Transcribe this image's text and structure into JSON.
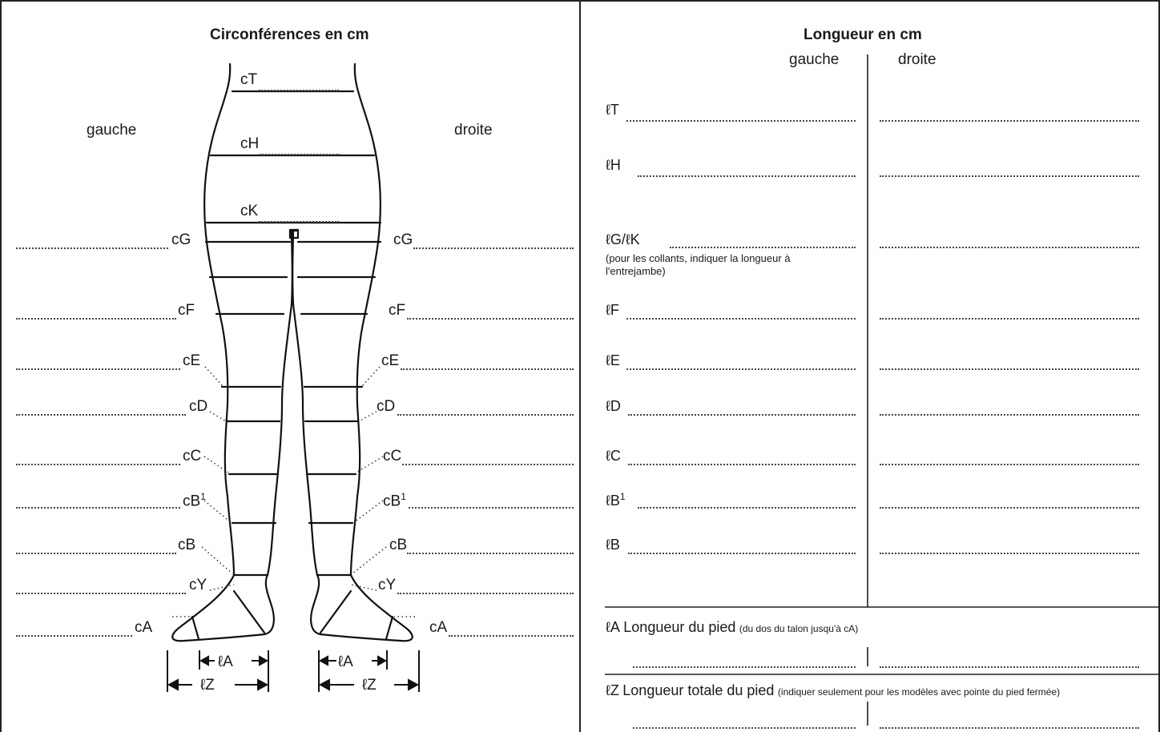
{
  "left_panel": {
    "title": "Circonférences en cm",
    "side_left": "gauche",
    "side_right": "droite",
    "body_labels": {
      "cT": "cT",
      "cH": "cH",
      "cK": "cK"
    },
    "measure_labels": [
      "cG",
      "cF",
      "cE",
      "cD",
      "cC",
      "cB",
      "cB",
      "cY",
      "cA"
    ],
    "superscript_b1": "1",
    "foot_labels": {
      "lA": "ℓA",
      "lZ": "ℓZ"
    }
  },
  "right_panel": {
    "title": "Longueur en cm",
    "col_left": "gauche",
    "col_right": "droite",
    "rows": [
      {
        "label": "ℓT"
      },
      {
        "label": "ℓH"
      },
      {
        "label": "ℓG/ℓK"
      },
      {
        "label": "ℓF"
      },
      {
        "label": "ℓE"
      },
      {
        "label": "ℓD"
      },
      {
        "label": "ℓC"
      },
      {
        "label": "ℓB",
        "sup": "1"
      },
      {
        "label": "ℓB"
      }
    ],
    "tights_note": "(pour les collants, indiquer la longueur à l'entrejambe)",
    "foot_length": {
      "prefix": "ℓA",
      "label": "Longueur du pied",
      "note": "(du dos du talon jusqu'à cA)"
    },
    "total_foot_length": {
      "prefix": "ℓZ",
      "label": "Longueur totale du pied",
      "note": "(indiquer seulement pour les modèles avec pointe du pied fermée)"
    }
  },
  "colors": {
    "ink": "#1a1a1a",
    "dots": "#444444",
    "paper": "#ffffff"
  }
}
